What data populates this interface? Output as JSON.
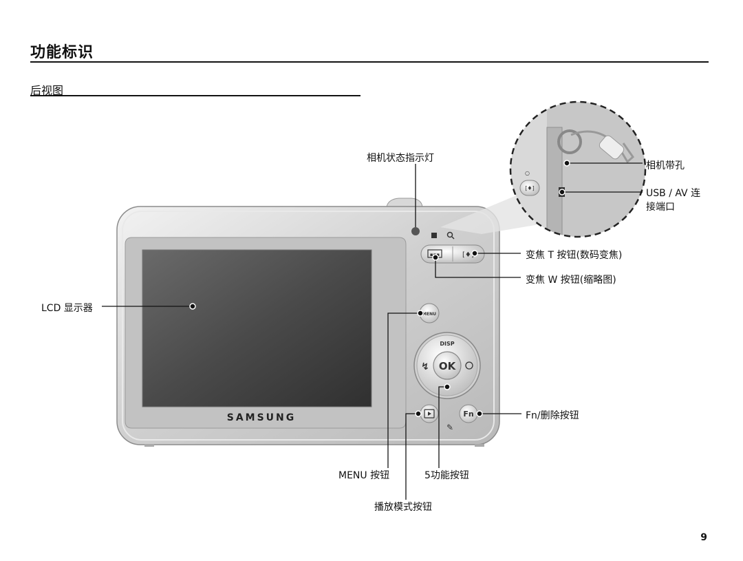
{
  "heading": "功能标识",
  "subheading": "后视图",
  "page_number": "9",
  "brand": "SAMSUNG",
  "camera_buttons": {
    "menu": "MENU",
    "ok": "OK",
    "disp": "DISP",
    "fn": "Fn"
  },
  "callouts": {
    "status_lamp": "相机状态指示灯",
    "strap": "相机带孔",
    "usb_av_line1": "USB / AV 连",
    "usb_av_line2": "接端口",
    "zoom_t": "变焦 T 按钮(数码变焦)",
    "zoom_w": "变焦 W 按钮(缩略图)",
    "lcd": "LCD 显示器",
    "fn_delete": "Fn/删除按钮",
    "menu_btn": "MENU 按钮",
    "five_func": "5功能按钮",
    "play_mode": "播放模式按钮"
  }
}
